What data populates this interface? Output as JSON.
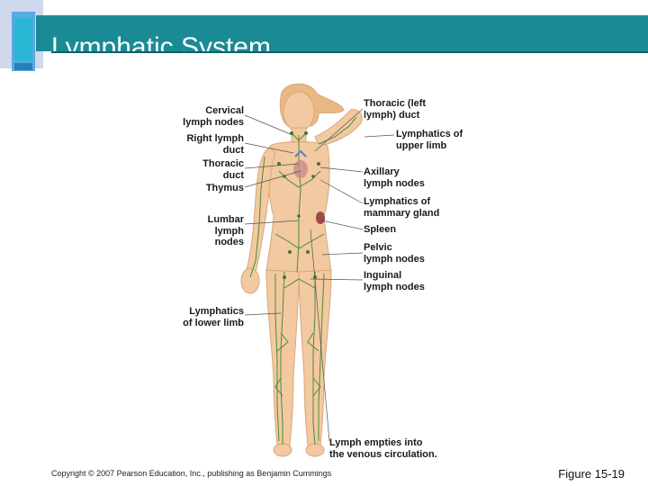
{
  "slide": {
    "title": "Lymphatic System",
    "copyright": "Copyright © 2007 Pearson Education, Inc., publishing as Benjamin Cummings",
    "figure": "Figure 15-19"
  },
  "colors": {
    "title_bar": "#1a8b95",
    "accent_blue": "#5aa9e0",
    "lymph_green": "#4d8a3a",
    "skin": "#f2c9a0"
  },
  "labels_left": [
    {
      "lines": [
        "Cervical",
        "lymph nodes"
      ]
    },
    {
      "lines": [
        "Right lymph",
        "duct"
      ]
    },
    {
      "lines": [
        "Thoracic",
        "duct"
      ]
    },
    {
      "lines": [
        "Thymus"
      ]
    },
    {
      "lines": [
        "Lumbar",
        "lymph",
        "nodes"
      ]
    },
    {
      "lines": [
        "Lymphatics",
        "of lower limb"
      ]
    }
  ],
  "labels_right": [
    {
      "lines": [
        "Thoracic (left",
        "lymph) duct"
      ]
    },
    {
      "lines": [
        "Lymphatics of",
        "upper limb"
      ]
    },
    {
      "lines": [
        "Axillary",
        "lymph nodes"
      ]
    },
    {
      "lines": [
        "Lymphatics of",
        "mammary gland"
      ]
    },
    {
      "lines": [
        "Spleen"
      ]
    },
    {
      "lines": [
        "Pelvic",
        "lymph nodes"
      ]
    },
    {
      "lines": [
        "Inguinal",
        "lymph nodes"
      ]
    }
  ],
  "label_bottom": {
    "lines": [
      "Lymph empties into",
      "the venous circulation."
    ]
  }
}
